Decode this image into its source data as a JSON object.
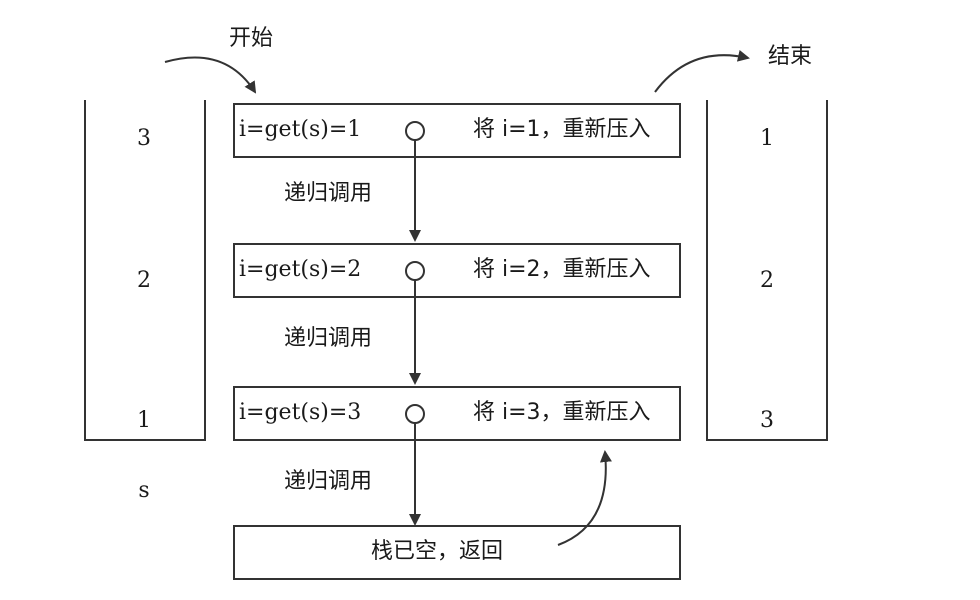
{
  "start_label": "开始",
  "end_label": "结束",
  "stack_s": {
    "name": "s",
    "items": [
      "3",
      "2",
      "1"
    ]
  },
  "frames": [
    {
      "expr": "i=get(s)=1",
      "action": "将 i=1，重新压入"
    },
    {
      "expr": "i=get(s)=2",
      "action": "将 i=2，重新压入"
    },
    {
      "expr": "i=get(s)=3",
      "action": "将 i=3，重新压入"
    }
  ],
  "recursive_call_labels": [
    "递归调用",
    "递归调用",
    "递归调用"
  ],
  "empty_box_label": "栈已空，返回",
  "result_stack": {
    "items": [
      "1",
      "2",
      "3"
    ]
  },
  "line_color": "#333333"
}
